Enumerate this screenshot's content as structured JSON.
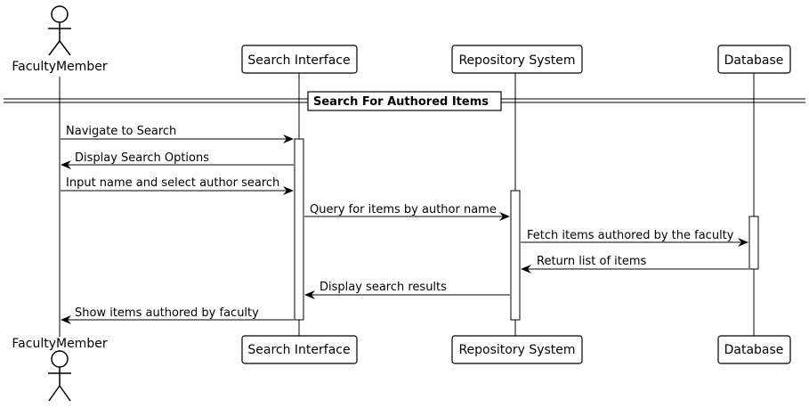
{
  "participants": [
    {
      "id": "faculty",
      "label": "FacultyMember",
      "kind": "actor"
    },
    {
      "id": "search",
      "label": "Search Interface",
      "kind": "box"
    },
    {
      "id": "repo",
      "label": "Repository System",
      "kind": "box"
    },
    {
      "id": "db",
      "label": "Database",
      "kind": "box"
    }
  ],
  "group": {
    "label": "Search For Authored Items"
  },
  "messages": [
    {
      "from": "faculty",
      "to": "search",
      "label": "Navigate to Search"
    },
    {
      "from": "search",
      "to": "faculty",
      "label": "Display Search Options"
    },
    {
      "from": "faculty",
      "to": "search",
      "label": "Input name and select author search"
    },
    {
      "from": "search",
      "to": "repo",
      "label": "Query for items by author name"
    },
    {
      "from": "repo",
      "to": "db",
      "label": "Fetch items authored by the faculty"
    },
    {
      "from": "db",
      "to": "repo",
      "label": "Return list of items"
    },
    {
      "from": "repo",
      "to": "search",
      "label": "Display search results"
    },
    {
      "from": "search",
      "to": "faculty",
      "label": "Show items authored by faculty"
    }
  ]
}
